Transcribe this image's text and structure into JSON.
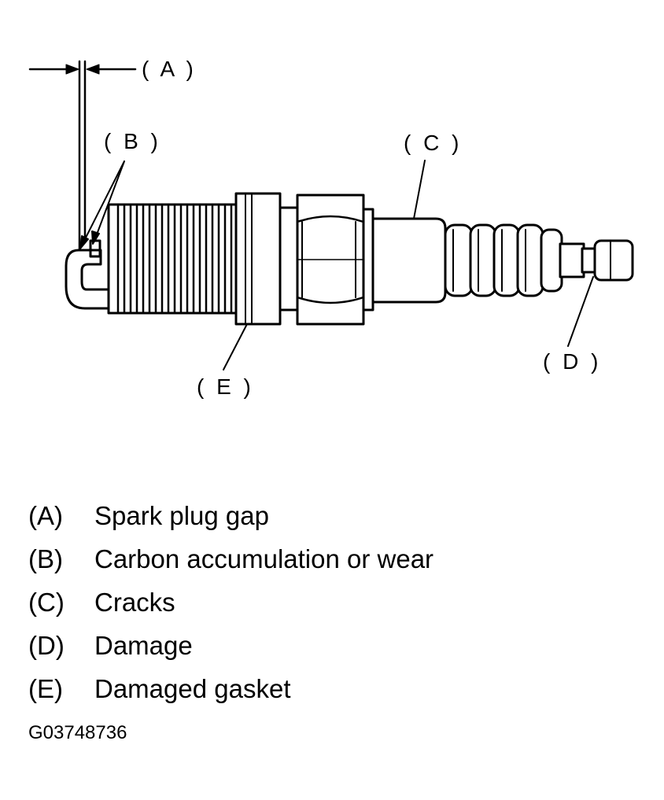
{
  "callouts": {
    "a": "( A )",
    "b": "( B )",
    "c": "( C )",
    "d": "( D )",
    "e": "( E )"
  },
  "legend": [
    {
      "key": "(A)",
      "text": "Spark plug gap"
    },
    {
      "key": "(B)",
      "text": "Carbon accumulation or wear"
    },
    {
      "key": "(C)",
      "text": "Cracks"
    },
    {
      "key": "(D)",
      "text": "Damage"
    },
    {
      "key": "(E)",
      "text": "Damaged gasket"
    }
  ],
  "figure_code": "G03748736",
  "colors": {
    "ink": "#000000",
    "paper": "#ffffff"
  }
}
